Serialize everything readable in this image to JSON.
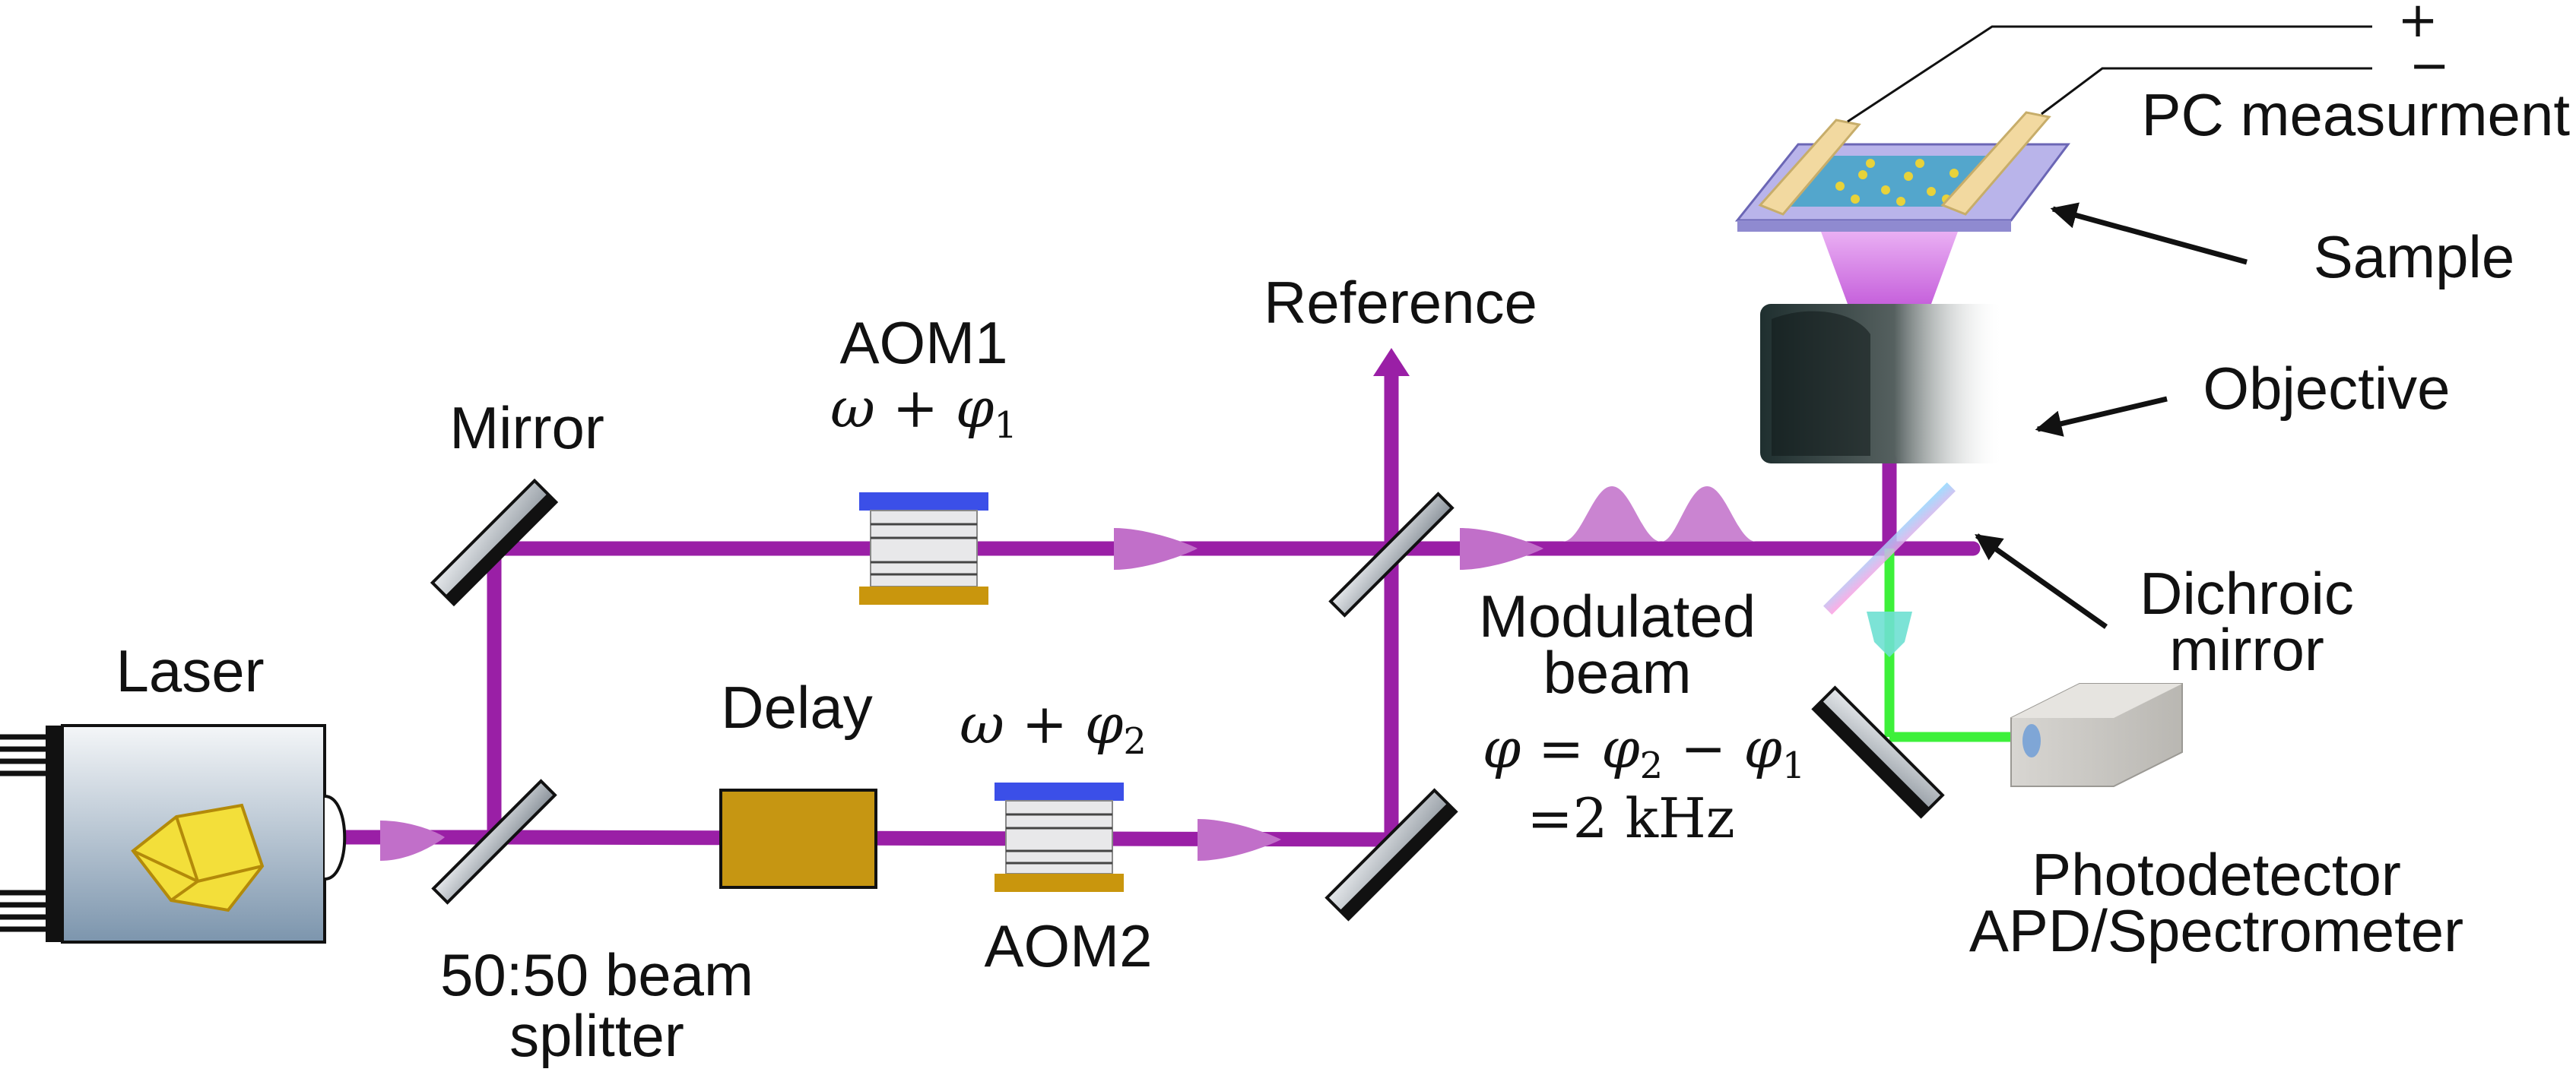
{
  "labels": {
    "laser": "Laser",
    "mirror": "Mirror",
    "splitter_line1": "50:50 beam",
    "splitter_line2": "splitter",
    "delay": "Delay",
    "aom1": "AOM1",
    "aom2": "AOM2",
    "reference": "Reference",
    "modulated_line1": "Modulated",
    "modulated_line2": "beam",
    "sample": "Sample",
    "objective": "Objective",
    "dichroic_line1": "Dichroic",
    "dichroic_line2": "mirror",
    "pc_measurement": "PC measurment",
    "plus": "+",
    "minus": "−",
    "photodetector_line1": "Photodetector",
    "photodetector_line2": "APD/Spectrometer"
  },
  "math": {
    "omega": "ω",
    "phi": "φ",
    "plus": " + ",
    "minus": " − ",
    "equals": " = ",
    "sub1": "1",
    "sub2": "2",
    "freq": "=2 kHz"
  },
  "colors": {
    "beam": "#9a1fa6",
    "green_beam": "#3df03a",
    "aom_top": "#3b4fe8",
    "aom_bottom": "#c9960d",
    "delay": "#c69612",
    "crystal": "#f3df3a"
  }
}
